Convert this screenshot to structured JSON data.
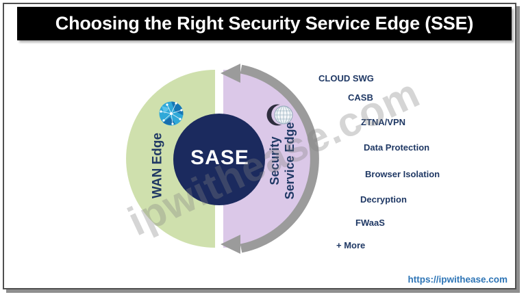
{
  "header": {
    "title": "Choosing the Right Security Service Edge (SSE)"
  },
  "diagram": {
    "center": {
      "label": "SASE",
      "color": "#1b2a5e"
    },
    "wan_edge": {
      "label": "WAN Edge",
      "color": "#cfe0ad",
      "icon": "network-globe-icon"
    },
    "sse": {
      "label_line1": "Security",
      "label_line2": "Service Edge",
      "color": "#dbc8e8",
      "icon": "wireframe-globe-icon"
    },
    "cycle_arrow_color": "#9b9b9b",
    "label_color": "#1f3864"
  },
  "sse_functions": [
    "CLOUD SWG",
    "CASB",
    "ZTNA/VPN",
    "Data Protection",
    "Browser Isolation",
    "Decryption",
    "FWaaS",
    "+ More"
  ],
  "watermark": "ipwithease.com",
  "footer": {
    "url": "https://ipwithease.com",
    "link_color": "#2e75b6"
  }
}
